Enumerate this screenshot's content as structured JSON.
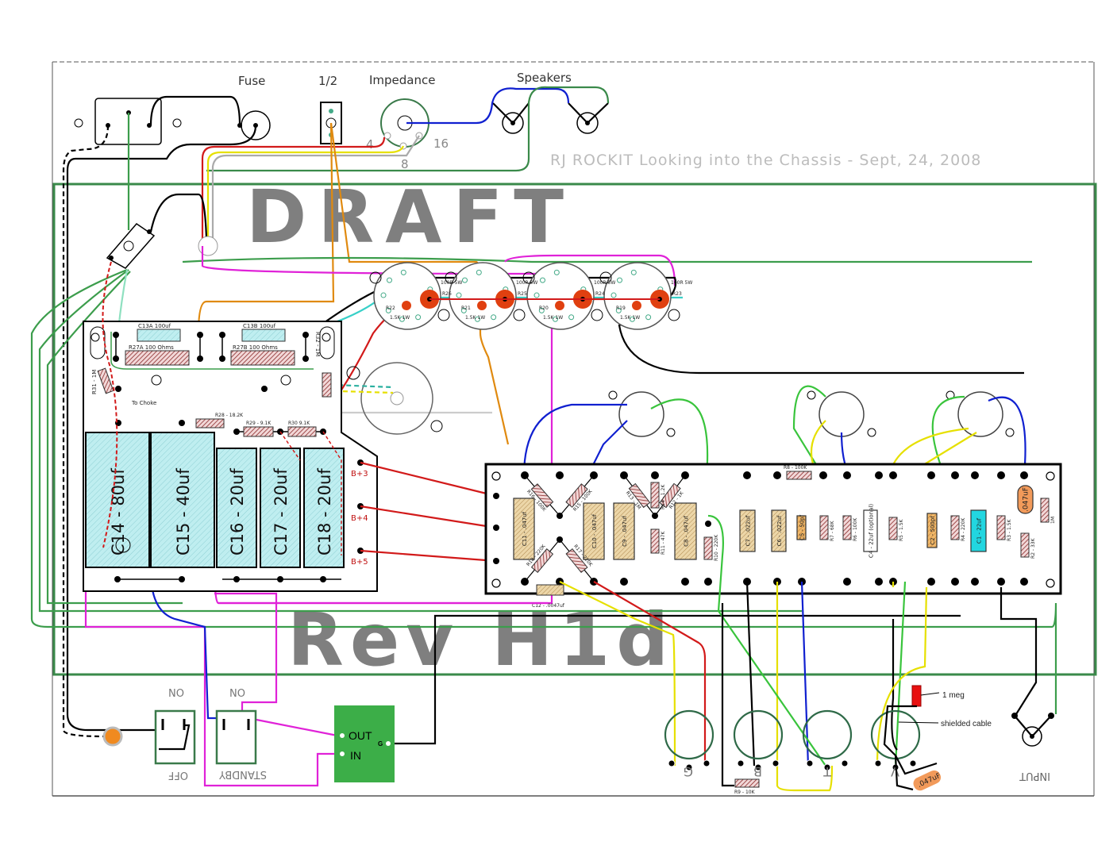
{
  "header": {
    "fuse": "Fuse",
    "half": "1/2",
    "impedance": "Impedance",
    "tap_4": "4",
    "tap_8": "8",
    "tap_16": "16",
    "speakers": "Speakers",
    "title": "RJ ROCKIT Looking into the Chassis - Sept, 24, 2008"
  },
  "watermark": {
    "draft": "DRAFT",
    "rev": "Rev H1d"
  },
  "filter_board": {
    "c13a": "C13A 100uf",
    "c13b": "C13B 100uf",
    "r27a": "R27A 100 Ohms",
    "r27b": "R27B 100 Ohms",
    "r31": "R31 - 1M",
    "r32": "R32 - 1M",
    "to_choke": "To Choke",
    "r28": "R28 - 18.2K",
    "r29": "R29 - 9.1K",
    "r30": "R30  9.1K",
    "caps": [
      "C14 - 80uf",
      "C15 - 40uf",
      "C16 - 20uf",
      "C17 - 20uf",
      "C18 - 20uf"
    ],
    "bplus": [
      "B+3",
      "B+4",
      "B+5"
    ]
  },
  "power_tubes": [
    {
      "screen": "100R 5W",
      "screen_ref": "R26",
      "grid_ref": "R22",
      "grid_val": "1.5K 1W"
    },
    {
      "screen": "100R 5W",
      "screen_ref": "R25",
      "grid_ref": "R21",
      "grid_val": "1.5K 1W"
    },
    {
      "screen": "100R 5W",
      "screen_ref": "R24",
      "grid_ref": "R20",
      "grid_val": "1.5K 1W"
    },
    {
      "screen": "100R 5W",
      "screen_ref": "R23",
      "grid_ref": "R19",
      "grid_val": "1.5K 1W"
    }
  ],
  "turret_board": {
    "components": [
      "C11 - .047uf",
      "R16 - 100K",
      "R15 - 100K",
      "R18 - 220K",
      "R17 - 220K",
      "C10 - .047uf",
      "C9 - .047uf",
      "R13 - 1M",
      "R14 - 1.2K",
      "R12 - 1K",
      "R11 - 47K",
      "C8 - .047uf",
      "R10 - 220K",
      "C7 - .022uf",
      "C6 - .022uf",
      "R8 - 100K",
      "C5 - 50pf",
      "R7 - 68K",
      "R6 - 100K",
      "C4 - 22uf (optional)",
      "R5 - 1.5K",
      "C2 - 500pf",
      "R4 - 220K",
      "C1 - 22uf",
      "R3 - 1.5K",
      ".047uF",
      "1M",
      "R2 - 33K"
    ],
    "c12": "C12 - .0047uf"
  },
  "controls": {
    "pots": [
      "G",
      "B",
      "T",
      "V"
    ],
    "one_meg": "1 meg",
    "shielded": "shielded cable",
    "r9": "R9 - 10K",
    "input_cap": ".047uF",
    "input": "INPUT"
  },
  "switches": {
    "power_on": "ON",
    "power_off": "OFF",
    "standby_on": "ON",
    "standby": "STANDBY"
  },
  "relay": {
    "out": "OUT",
    "in": "IN",
    "g": "G"
  },
  "colors": {
    "chassis": "#3a8a4a",
    "relay": "#3cae48",
    "hv_red": "#d21a1a",
    "magenta": "#e22fd8",
    "cyan_cap": "#22d6e0",
    "tan_cap": "#e0c48a",
    "orange_cap": "#f29a5a",
    "tube_pin": "#e04010"
  }
}
